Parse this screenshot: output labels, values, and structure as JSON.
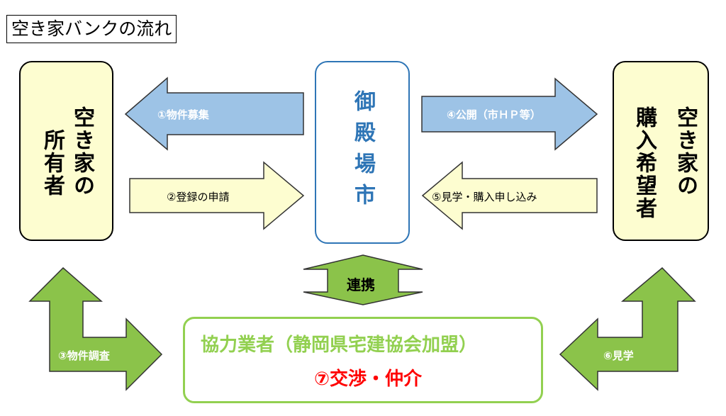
{
  "title": "空き家バンクの流れ",
  "owner": {
    "line1": "空き家の",
    "line2": "所有者"
  },
  "buyer": {
    "line1": "空き家の",
    "line2": "購入希望者"
  },
  "city": {
    "label": "御殿場市"
  },
  "arrows": {
    "step1": "①物件募集",
    "step2": "②登録の申請",
    "step3": "③物件調査",
    "step4": "④公開（市ＨＰ等）",
    "step5": "⑤見学・購入申し込み",
    "step6": "⑥見学",
    "link": "連携"
  },
  "partner": {
    "title": "協力業者（静岡県宅建協会加盟）",
    "sub": "⑦交渉・仲介"
  },
  "colors": {
    "blue_arrow": "#9dc3e6",
    "yellow_arrow": "#fdfdd0",
    "green_arrow": "#8bc34a",
    "city_border": "#2e75b6",
    "partner_border": "#92d050",
    "partner_sub": "#ff0000"
  }
}
